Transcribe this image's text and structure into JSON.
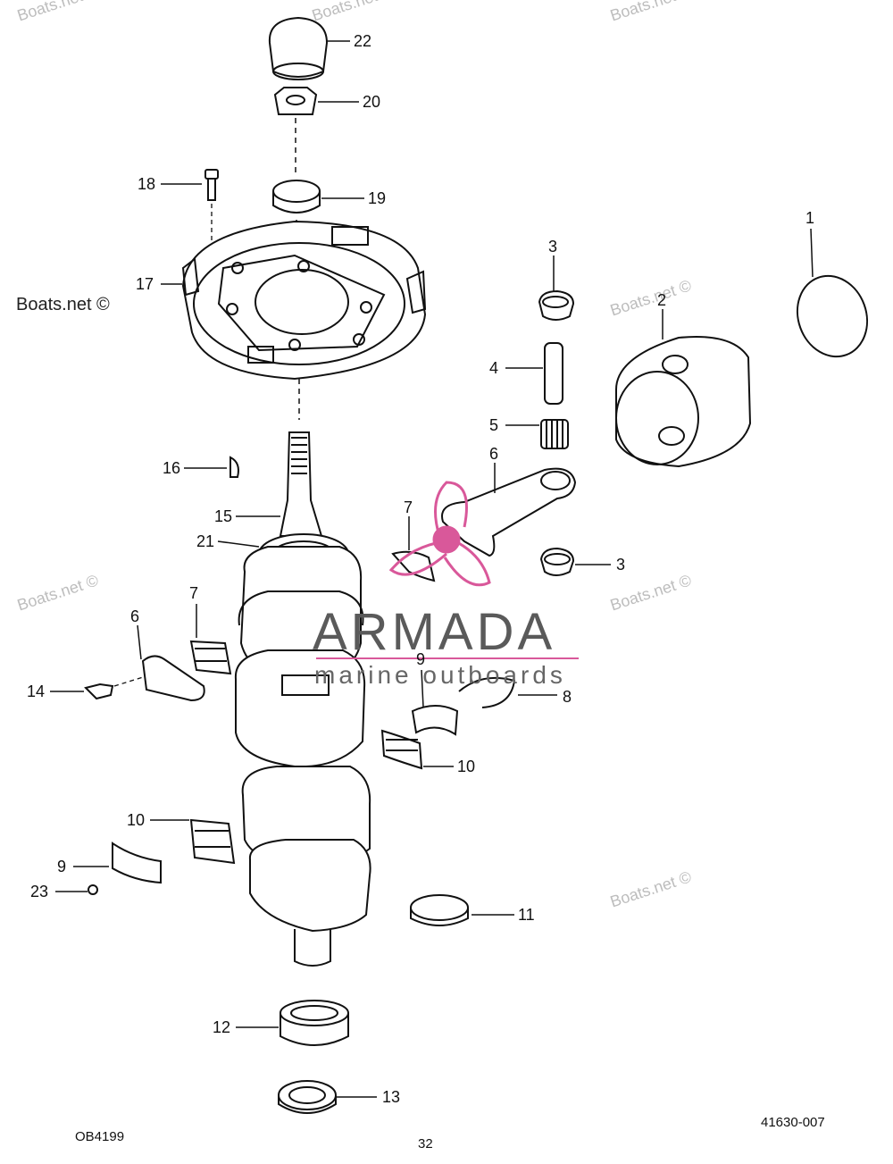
{
  "diagram": {
    "part_labels": [
      {
        "id": "22",
        "text": "22"
      },
      {
        "id": "20",
        "text": "20"
      },
      {
        "id": "19",
        "text": "19"
      },
      {
        "id": "18",
        "text": "18"
      },
      {
        "id": "17",
        "text": "17"
      },
      {
        "id": "1",
        "text": "1"
      },
      {
        "id": "2",
        "text": "2"
      },
      {
        "id": "3a",
        "text": "3"
      },
      {
        "id": "4",
        "text": "4"
      },
      {
        "id": "5",
        "text": "5"
      },
      {
        "id": "6a",
        "text": "6"
      },
      {
        "id": "3b",
        "text": "3"
      },
      {
        "id": "7a",
        "text": "7"
      },
      {
        "id": "16",
        "text": "16"
      },
      {
        "id": "15",
        "text": "15"
      },
      {
        "id": "21",
        "text": "21"
      },
      {
        "id": "7b",
        "text": "7"
      },
      {
        "id": "6b",
        "text": "6"
      },
      {
        "id": "14",
        "text": "14"
      },
      {
        "id": "9a",
        "text": "9"
      },
      {
        "id": "8",
        "text": "8"
      },
      {
        "id": "10a",
        "text": "10"
      },
      {
        "id": "10b",
        "text": "10"
      },
      {
        "id": "9b",
        "text": "9"
      },
      {
        "id": "23",
        "text": "23"
      },
      {
        "id": "11",
        "text": "11"
      },
      {
        "id": "12",
        "text": "12"
      },
      {
        "id": "13",
        "text": "13"
      }
    ],
    "watermarks": [
      "Boats.net ©",
      "Boats.net ©",
      "Boats.net ©",
      "Boats.net ©",
      "Boats.net ©",
      "Boats.net ©",
      "Boats.net ©"
    ],
    "watermark_main": "Boats.net ©",
    "brand": {
      "name": "ARMADA",
      "tagline": "marine outboards",
      "accent": "#d9589a"
    },
    "footer": {
      "left": "OB4199",
      "page": "32",
      "right": "41630-007"
    }
  }
}
